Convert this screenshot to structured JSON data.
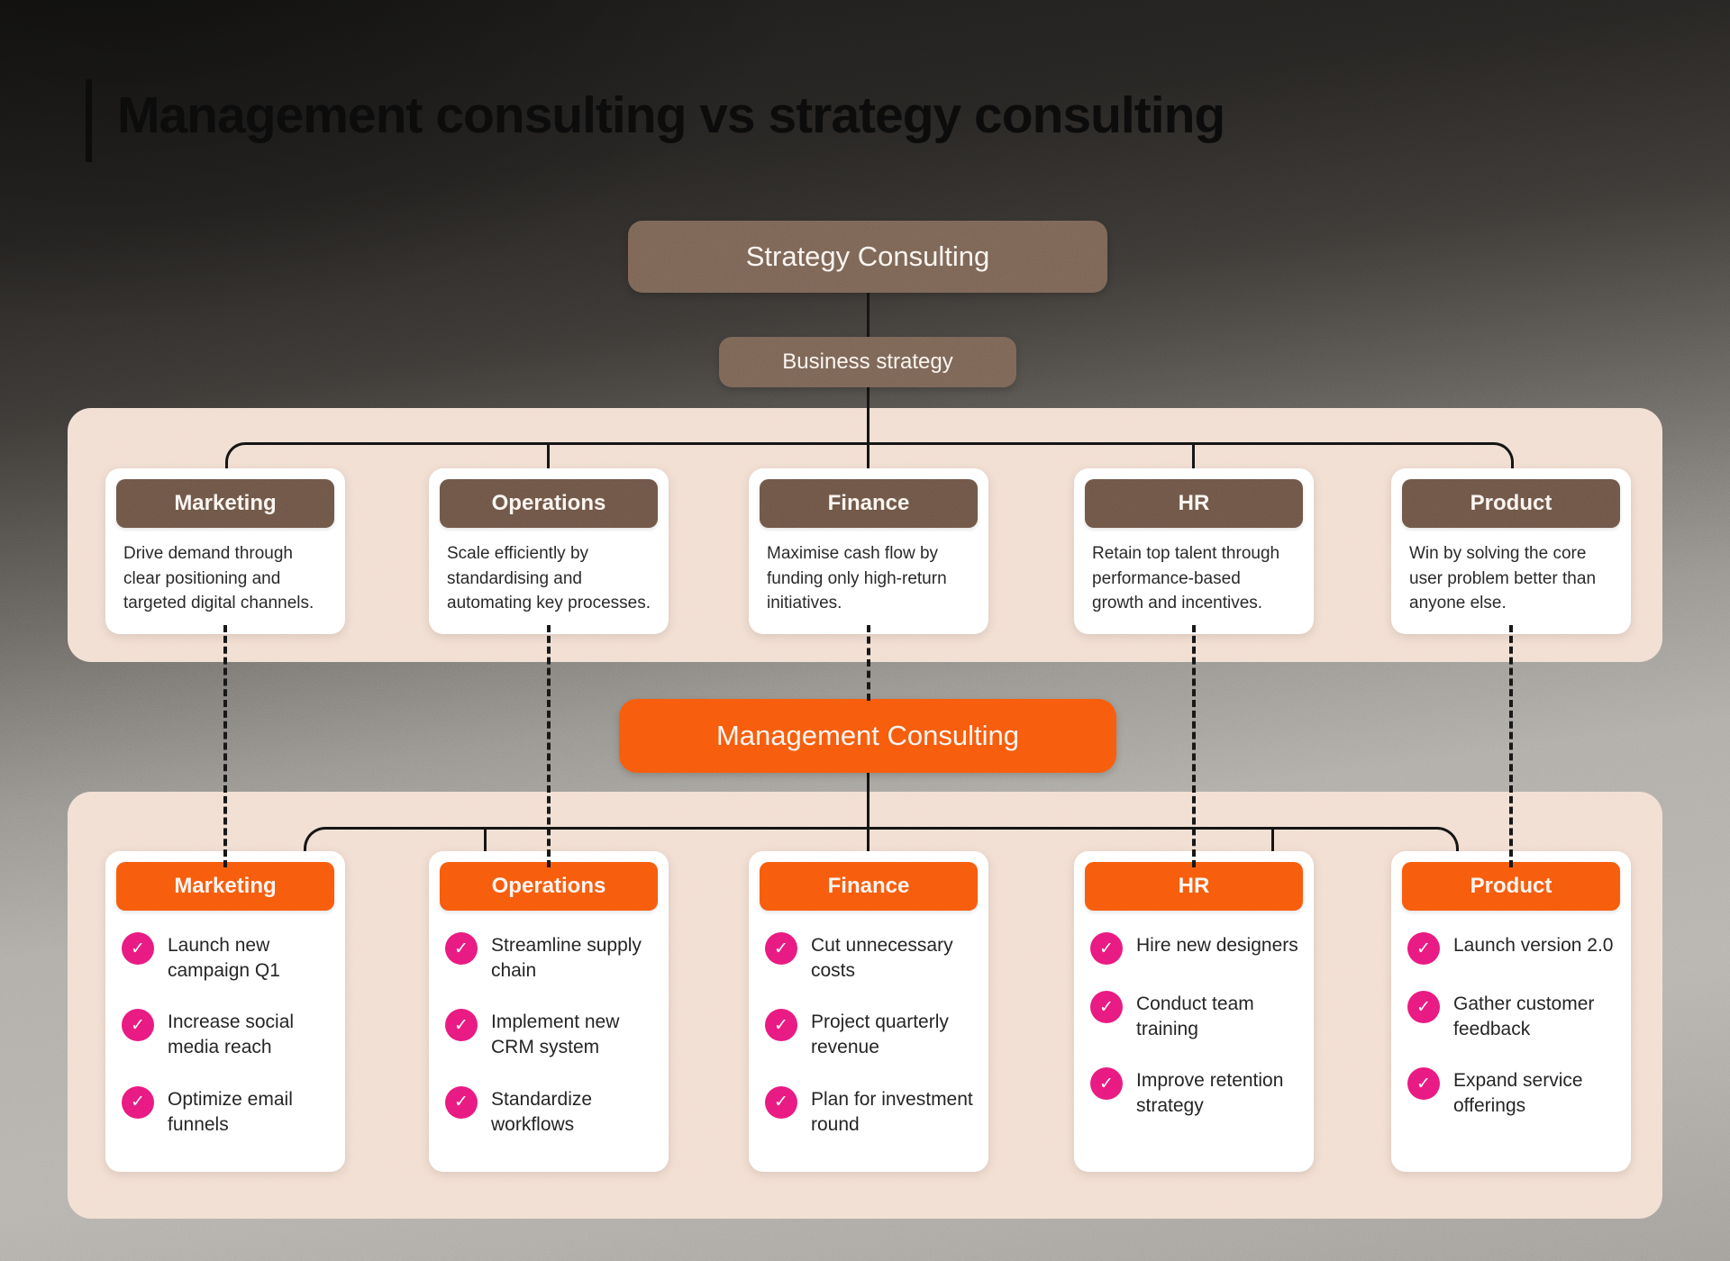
{
  "title": "Management consulting vs strategy consulting",
  "colors": {
    "orange": "#F7590C",
    "brown_node": "#7A6455",
    "brown_header": "#6D5546",
    "panel_peach": "#F2DED2",
    "pink_check": "#E8197D",
    "line_black": "#141414"
  },
  "icons": {
    "check": "✓"
  },
  "strategy_section": {
    "root_label": "Strategy Consulting",
    "sub_label": "Business strategy",
    "cards": [
      {
        "title": "Marketing",
        "description": "Drive demand through clear positioning and targeted digital channels."
      },
      {
        "title": "Operations",
        "description": "Scale efficiently by standardising and automating key processes."
      },
      {
        "title": "Finance",
        "description": "Maximise cash flow by funding only high-return initiatives."
      },
      {
        "title": "HR",
        "description": "Retain top talent through performance-based growth and incentives."
      },
      {
        "title": "Product",
        "description": "Win by solving the core user problem better than anyone else."
      }
    ]
  },
  "management_section": {
    "root_label": "Management Consulting",
    "cards": [
      {
        "title": "Marketing",
        "tasks": [
          "Launch new campaign Q1",
          "Increase social media reach",
          "Optimize email funnels"
        ]
      },
      {
        "title": "Operations",
        "tasks": [
          "Streamline supply chain",
          "Implement new CRM system",
          "Standardize workflows"
        ]
      },
      {
        "title": "Finance",
        "tasks": [
          "Cut unnecessary costs",
          "Project quarterly revenue",
          "Plan for investment round"
        ]
      },
      {
        "title": "HR",
        "tasks": [
          "Hire new designers",
          "Conduct team training",
          "Improve retention strategy"
        ]
      },
      {
        "title": "Product",
        "tasks": [
          "Launch version 2.0",
          "Gather customer feedback",
          "Expand service offerings"
        ]
      }
    ]
  }
}
